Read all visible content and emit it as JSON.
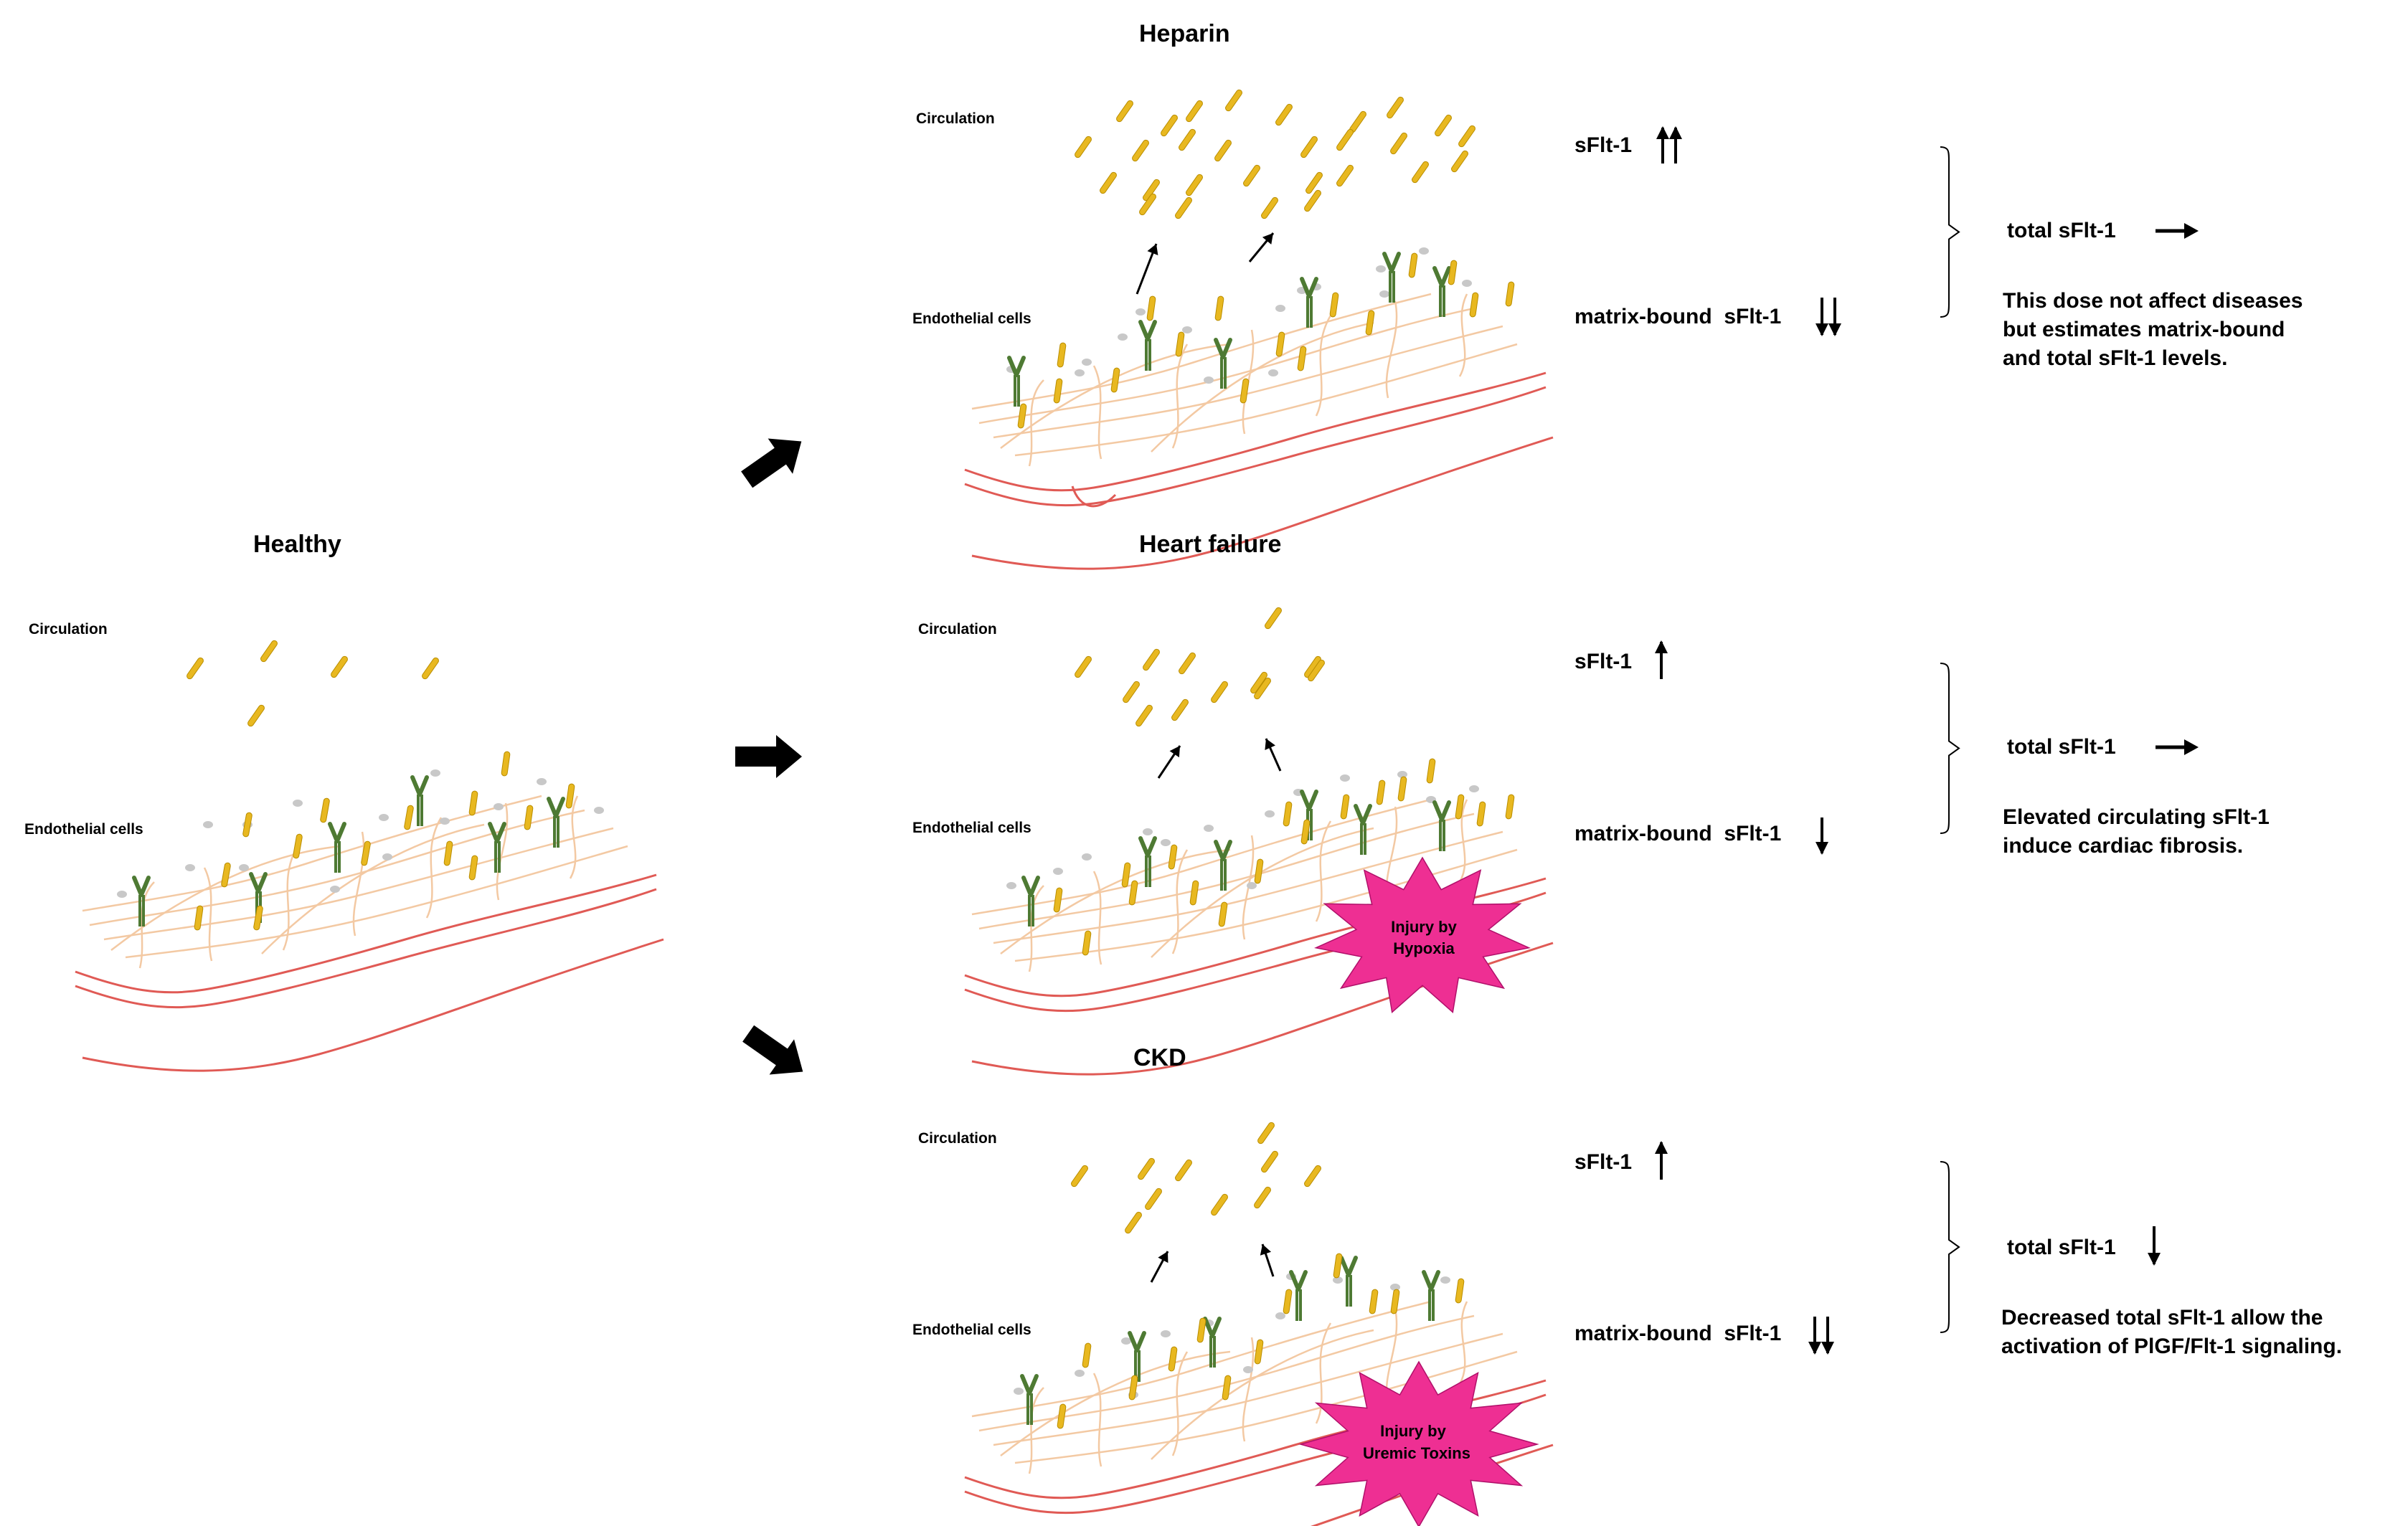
{
  "healthy": {
    "title": "Healthy",
    "circulation": "Circulation",
    "endothelial": "Endothelial cells"
  },
  "heparin": {
    "title": "Heparin",
    "circulation": "Circulation",
    "endothelial": "Endothelial cells",
    "sflt_label": "sFlt-1",
    "matrix_label": "matrix-bound  sFlt-1",
    "sflt_change": "strongly increased",
    "matrix_change": "strongly decreased",
    "total_label": "total sFlt-1",
    "total_change": "unchanged",
    "note": [
      "This dose not affect diseases",
      "but estimates matrix-bound",
      "and total sFlt-1 levels."
    ]
  },
  "heart_failure": {
    "title": "Heart failure",
    "circulation": "Circulation",
    "endothelial": "Endothelial cells",
    "injury": [
      "Injury by",
      "Hypoxia"
    ],
    "sflt_label": "sFlt-1",
    "matrix_label": "matrix-bound  sFlt-1",
    "sflt_change": "increased",
    "matrix_change": "decreased",
    "total_label": "total sFlt-1",
    "total_change": "unchanged",
    "note": [
      "Elevated circulating sFlt-1",
      "induce cardiac fibrosis."
    ]
  },
  "ckd": {
    "title": "CKD",
    "circulation": "Circulation",
    "endothelial": "Endothelial cells",
    "injury": [
      "Injury by",
      "Uremic Toxins"
    ],
    "sflt_label": "sFlt-1",
    "matrix_label": "matrix-bound  sFlt-1",
    "sflt_change": "increased",
    "matrix_change": "strongly decreased",
    "total_label": "total sFlt-1",
    "total_change": "decreased",
    "note": [
      "Decreased total sFlt-1 allow the",
      "activation of PlGF/Flt-1 signaling."
    ]
  },
  "colors": {
    "membrane": "#e05a55",
    "mesh": "#f3c9a3",
    "sflt": "#e8b820",
    "receptor": "#4e7a33",
    "dot": "#c8c8c8",
    "injury": "#ee2f93"
  }
}
